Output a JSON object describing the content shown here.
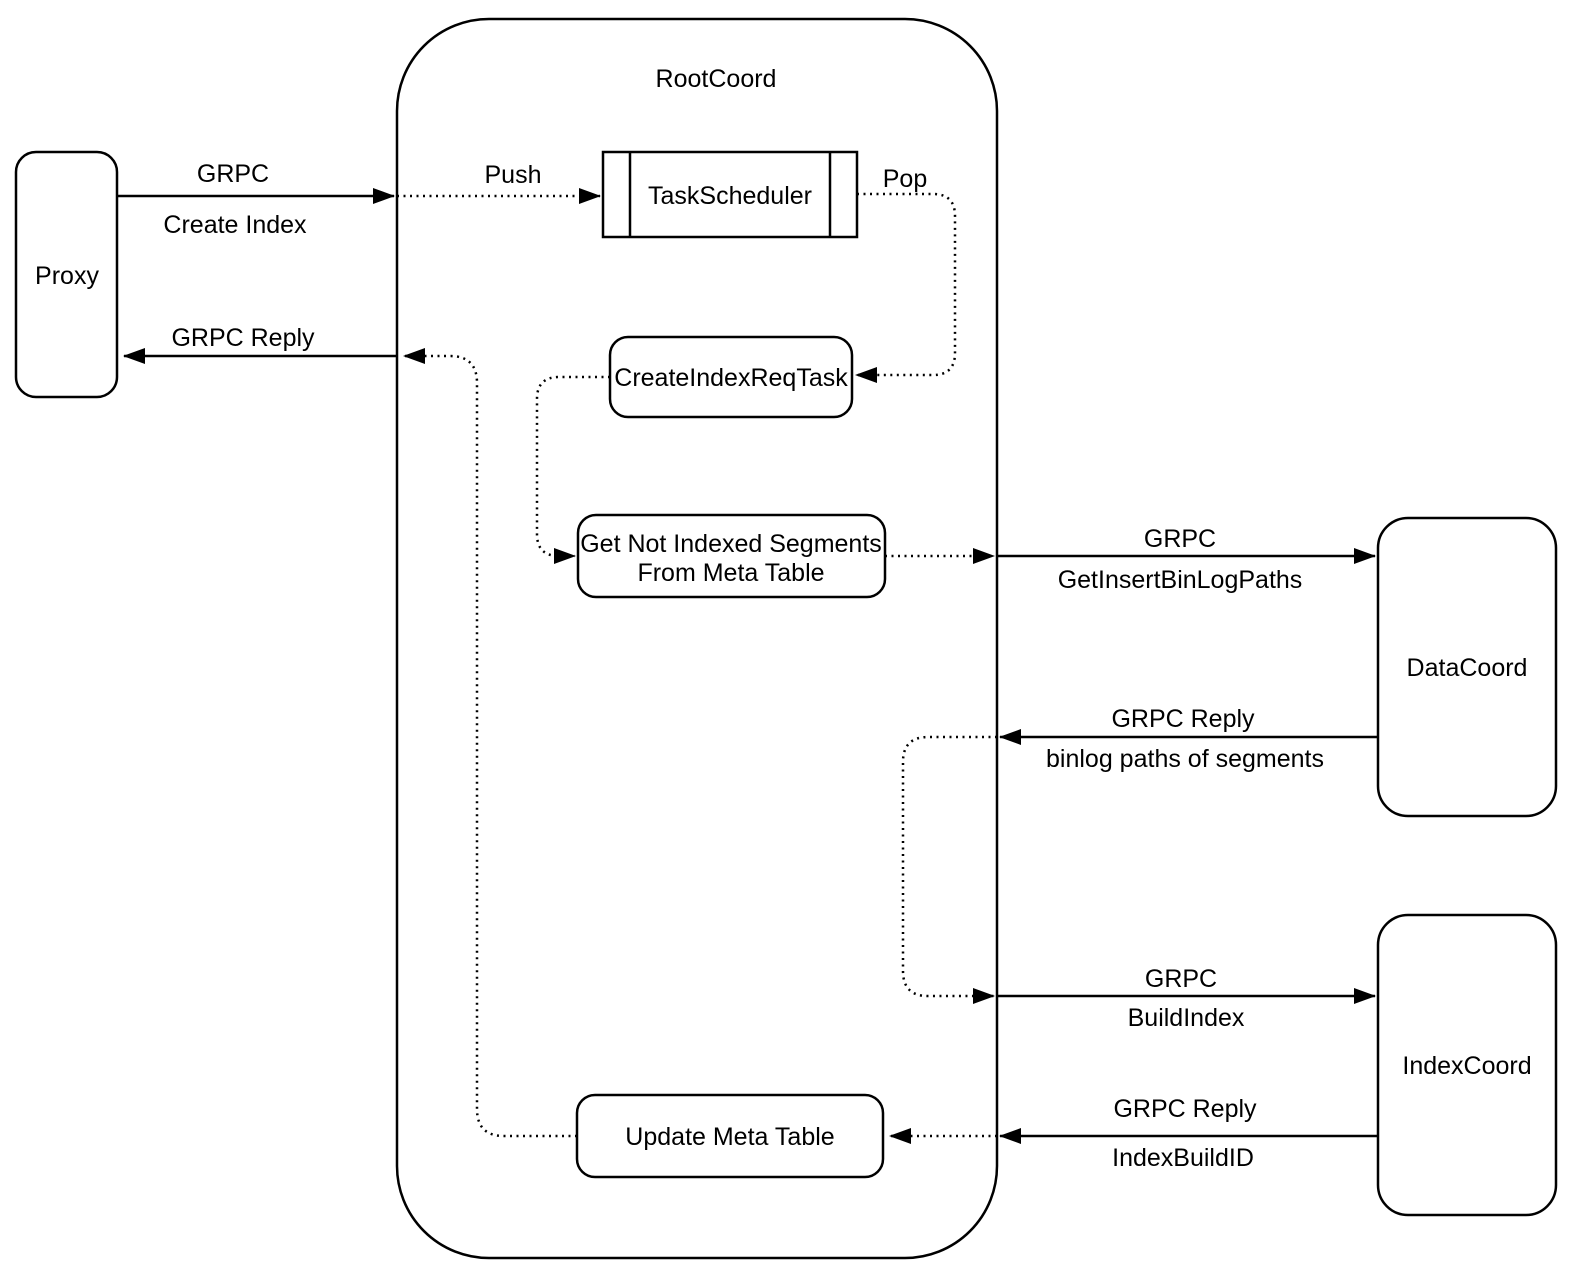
{
  "diagram": {
    "nodes": {
      "proxy": {
        "label": "Proxy"
      },
      "rootcoord": {
        "label": "RootCoord"
      },
      "task_scheduler": {
        "label": "TaskScheduler"
      },
      "create_index_req_task": {
        "label": "CreateIndexReqTask"
      },
      "get_not_indexed_segments": {
        "line1": "Get Not Indexed Segments",
        "line2": "From Meta Table"
      },
      "update_meta_table": {
        "label": "Update Meta Table"
      },
      "datacoord": {
        "label": "DataCoord"
      },
      "indexcoord": {
        "label": "IndexCoord"
      }
    },
    "edges": {
      "create_index": {
        "protocol": "GRPC",
        "detail": "Create Index"
      },
      "grpc_reply_to_proxy": {
        "protocol": "GRPC Reply"
      },
      "push": {
        "label": "Push"
      },
      "pop": {
        "label": "Pop"
      },
      "get_insert_binlog_paths": {
        "protocol": "GRPC",
        "detail": "GetInsertBinLogPaths"
      },
      "binlog_paths_reply": {
        "protocol": "GRPC Reply",
        "detail": "binlog paths of segments"
      },
      "build_index": {
        "protocol": "GRPC",
        "detail": "BuildIndex"
      },
      "index_build_id_reply": {
        "protocol": "GRPC Reply",
        "detail": "IndexBuildID"
      }
    },
    "colors": {
      "stroke": "#000000",
      "text": "#000000",
      "background": "#ffffff"
    }
  }
}
